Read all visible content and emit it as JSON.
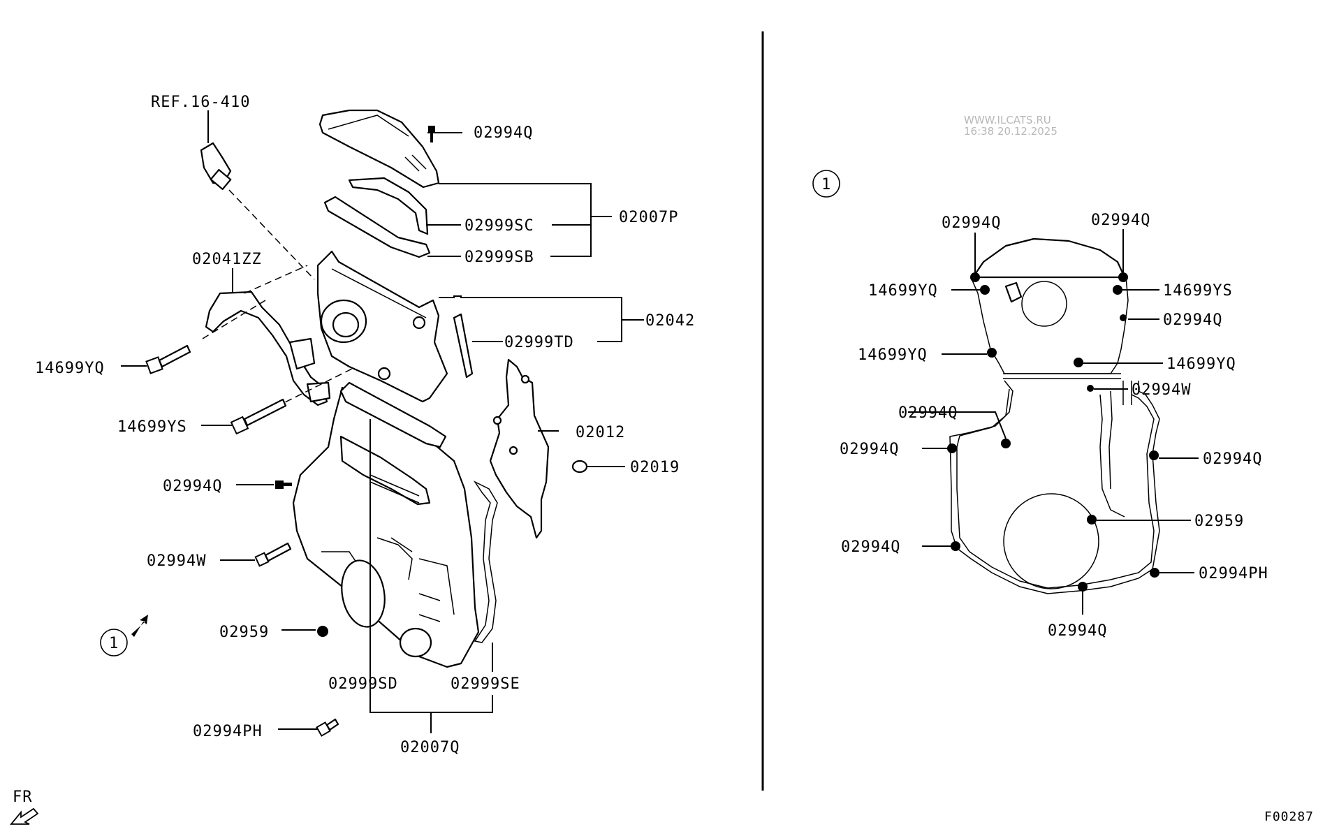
{
  "ref": "REF.16-410",
  "watermark": {
    "site": "WWW.ILCATS.RU",
    "time": "16:38 20.12.2025"
  },
  "figure_code": "F00287",
  "fr_label": "FR",
  "detail_marker": "1",
  "exploded_labels": {
    "p02994Q_top": "02994Q",
    "p02007P": "02007P",
    "p02999SC": "02999SC",
    "p02999SB": "02999SB",
    "p02041ZZ": "02041ZZ",
    "p02042": "02042",
    "p02999TD": "02999TD",
    "p14699YQ": "14699YQ",
    "p14699YS": "14699YS",
    "p02012": "02012",
    "p02019": "02019",
    "p02994Q_mid": "02994Q",
    "p02994W": "02994W",
    "p02959": "02959",
    "p02999SD": "02999SD",
    "p02999SE": "02999SE",
    "p02994PH": "02994PH",
    "p02007Q": "02007Q"
  },
  "detail_labels": {
    "q1": "02994Q",
    "q2": "02994Q",
    "yq1": "14699YQ",
    "ys1": "14699YS",
    "q3": "02994Q",
    "yq2": "14699YQ",
    "yq3": "14699YQ",
    "w1": "02994W",
    "q4": "02994Q",
    "q5": "02994Q",
    "q6": "02994Q",
    "p59": "02959",
    "q7": "02994Q",
    "ph": "02994PH",
    "q8": "02994Q"
  }
}
